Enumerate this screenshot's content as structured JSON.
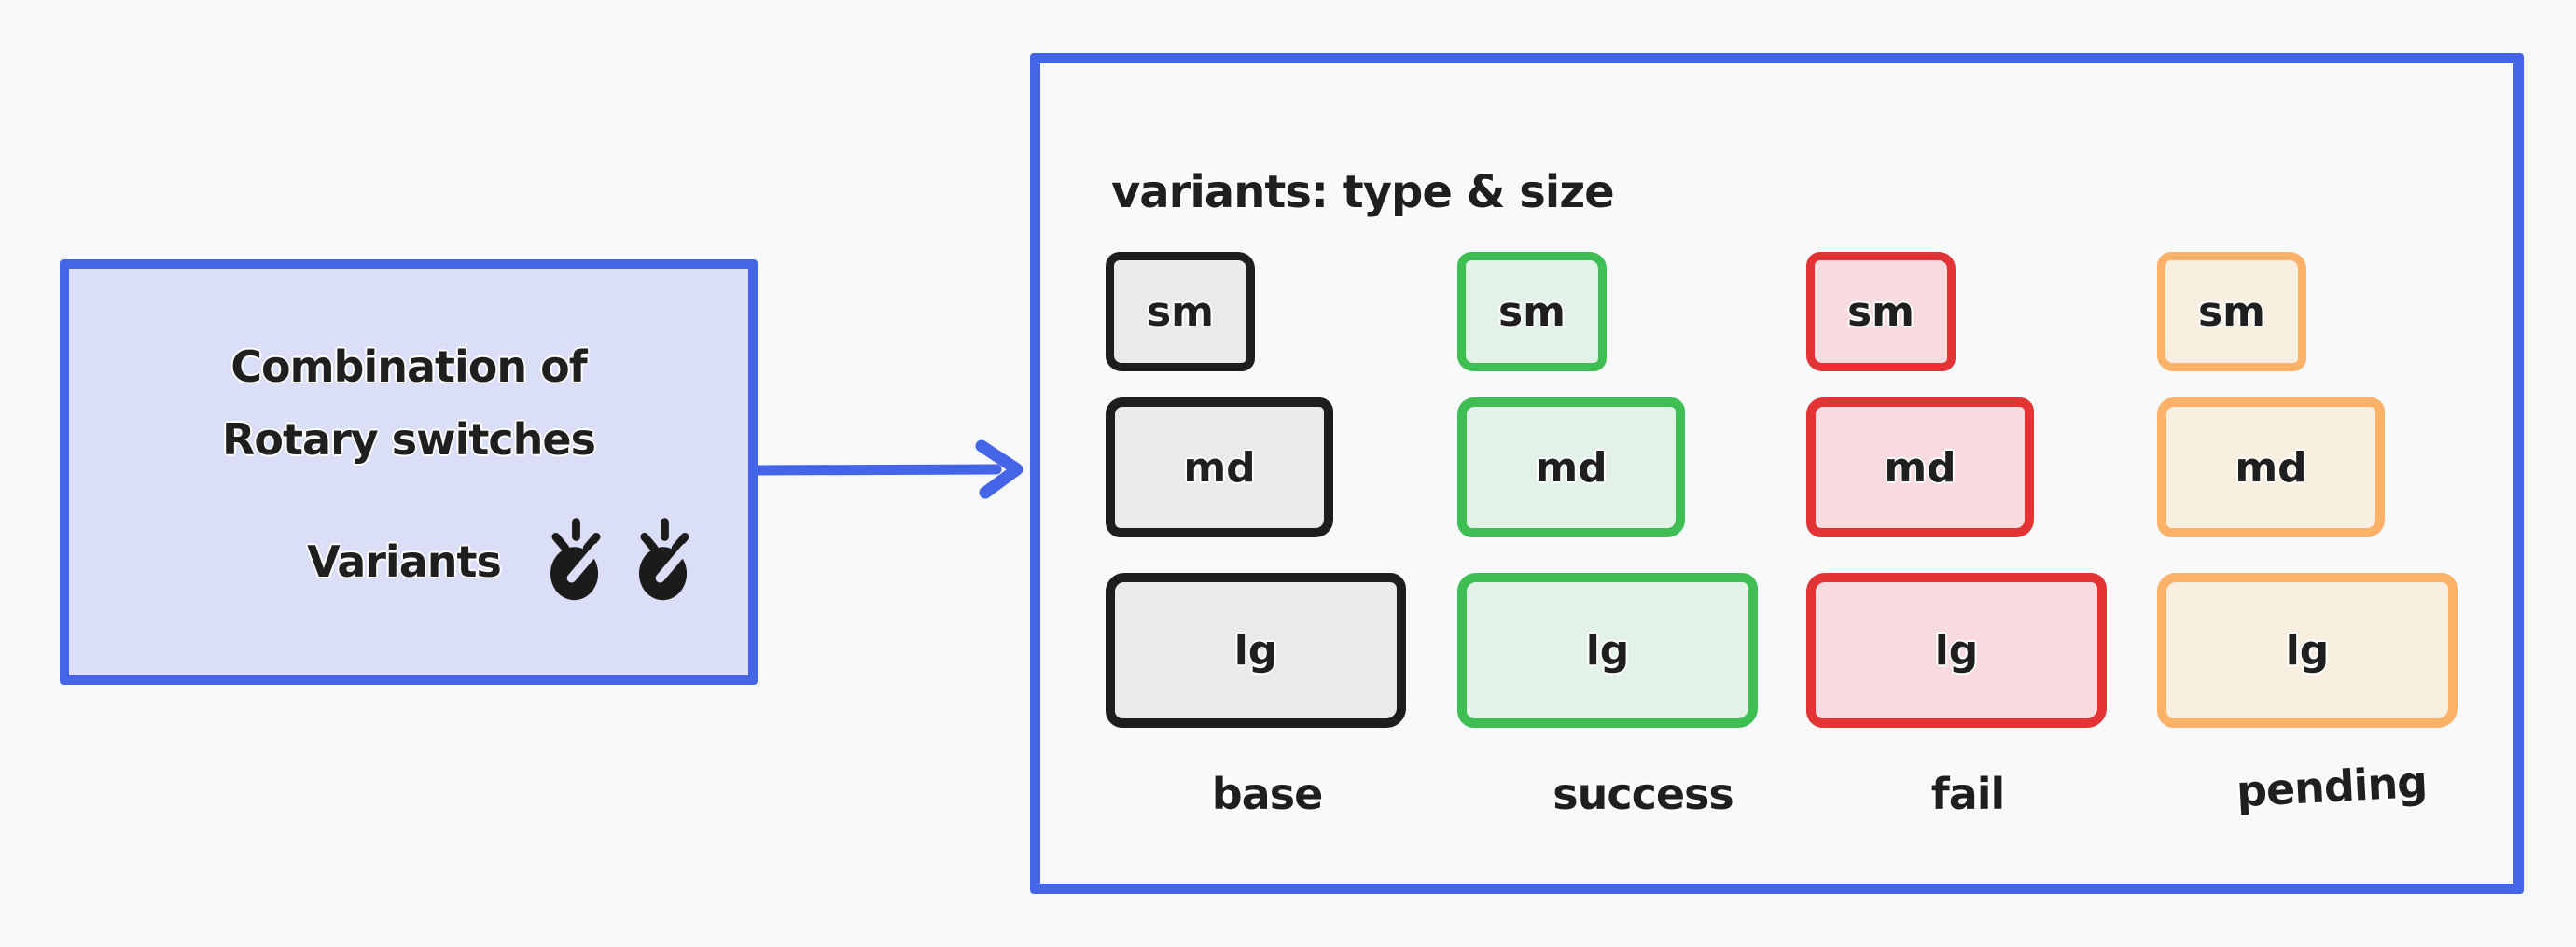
{
  "page": {
    "background": "#f7f8fa"
  },
  "left_card": {
    "heading_lines": [
      "Combination of",
      "Rotary switches"
    ],
    "variants_label": "Variants",
    "icons": [
      "rotary-knob",
      "rotary-knob"
    ],
    "stroke_color": "#4565e9",
    "fill_color": "#dadef6",
    "text_color": "#1f1f1f"
  },
  "arrow": {
    "color": "#4565e9",
    "direction": "right"
  },
  "panel": {
    "title": "variants: type & size",
    "stroke_color": "#4565e9",
    "fill_color": "#f8f9fb",
    "size_labels": [
      "sm",
      "md",
      "lg"
    ],
    "columns": [
      {
        "label": "base",
        "stroke": "#1e1e1e",
        "fill": "#eaeaea",
        "sizes": [
          "sm",
          "md",
          "lg"
        ]
      },
      {
        "label": "success",
        "stroke": "#3fbe54",
        "fill": "#e2f2e6",
        "sizes": [
          "sm",
          "md",
          "lg"
        ]
      },
      {
        "label": "fail",
        "stroke": "#e23434",
        "fill": "#f7dbde",
        "sizes": [
          "sm",
          "md",
          "lg"
        ]
      },
      {
        "label": "pending",
        "stroke": "#fbb268",
        "fill": "#f9efe1",
        "sizes": [
          "sm",
          "md",
          "lg"
        ]
      }
    ]
  }
}
